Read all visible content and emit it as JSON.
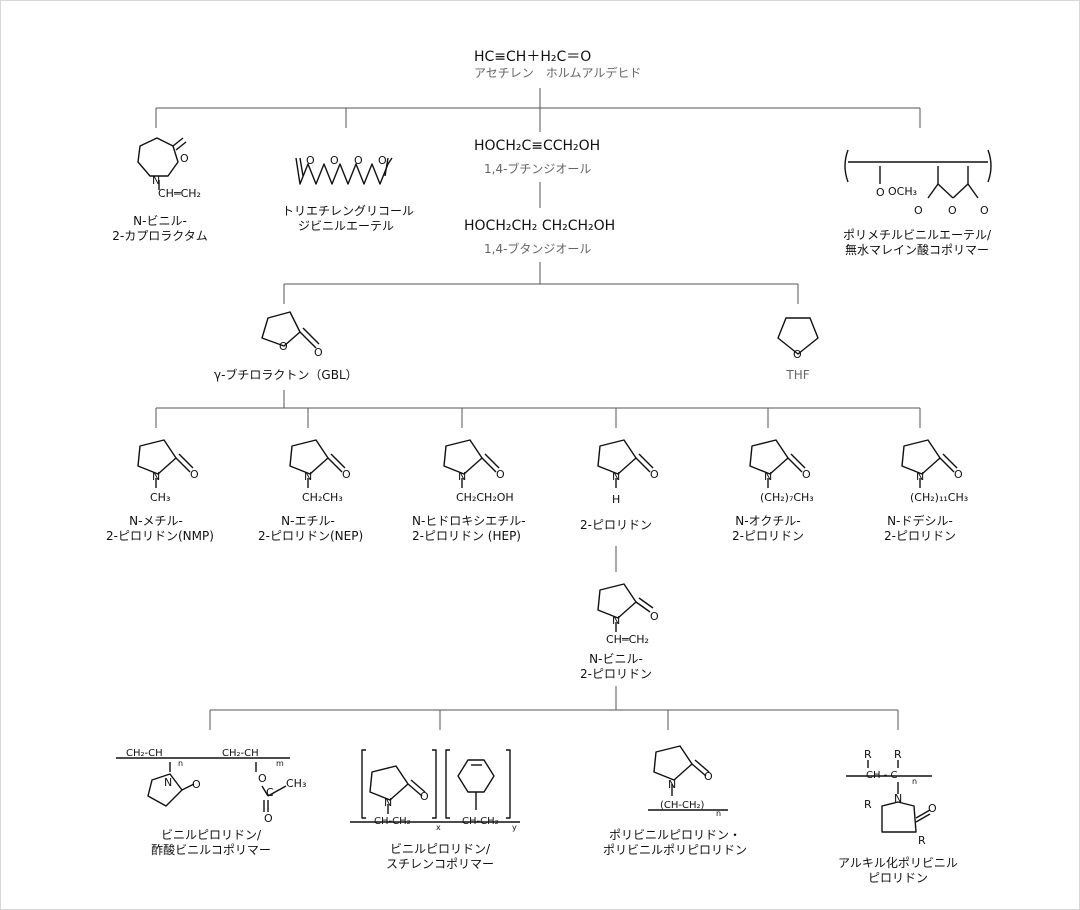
{
  "top": {
    "reactants": "HC≡CH＋H₂C＝O",
    "reactant_names": "アセチレン　ホルムアルデヒド"
  },
  "level1": {
    "nvinylcaprolactam": {
      "label_1": "N-ビニル-",
      "label_2": "2-カプロラクタム",
      "vinyl": "CH═CH₂"
    },
    "triethylene": {
      "label_1": "トリエチレングリコール",
      "label_2": "ジビニルエーテル"
    },
    "butynediol": {
      "formula": "HOCH₂C≡CCH₂OH",
      "name": "1,4-ブチンジオール"
    },
    "butanediol": {
      "formula": "HOCH₂CH₂ CH₂CH₂OH",
      "name": "1,4-ブタンジオール"
    },
    "pvm_ma": {
      "label_1": "ポリメチルビニルエーテル/",
      "label_2": "無水マレイン酸コポリマー",
      "methoxy": "OCH₃"
    }
  },
  "level2": {
    "gbl": {
      "label": "γ-ブチロラクトン（GBL）"
    },
    "thf": {
      "label": "THF"
    }
  },
  "level3": [
    {
      "id": "nmp",
      "substituent": "CH₃",
      "label_1": "N-メチル-",
      "label_2": "2-ピロリドン(NMP)"
    },
    {
      "id": "nep",
      "substituent": "CH₂CH₃",
      "label_1": "N-エチル-",
      "label_2": "2-ピロリドン(NEP)"
    },
    {
      "id": "hep",
      "substituent": "CH₂CH₂OH",
      "label_1": "N-ヒドロキシエチル-",
      "label_2": "2-ピロリドン (HEP)"
    },
    {
      "id": "pyrrolidone",
      "substituent": "H",
      "label_1": "2-ピロリドン",
      "label_2": ""
    },
    {
      "id": "octyl",
      "substituent": "(CH₂)₇CH₃",
      "label_1": "N-オクチル-",
      "label_2": "2-ピロリドン"
    },
    {
      "id": "dodecyl",
      "substituent": "(CH₂)₁₁CH₃",
      "label_1": "N-ドデシル-",
      "label_2": "2-ピロリドン"
    }
  ],
  "level4": {
    "nvp": {
      "substituent": "CH═CH₂",
      "label_1": "N-ビニル-",
      "label_2": "2-ピロリドン"
    }
  },
  "level5": [
    {
      "id": "pvp_va",
      "label_1": "ビニルピロリドン/",
      "label_2": "酢酸ビニルコポリマー",
      "formula_1": "CH₂-CH",
      "formula_2": "CH₂-CH",
      "acetate": "CH₃",
      "sub_n": "n",
      "sub_m": "m"
    },
    {
      "id": "pvp_styrene",
      "label_1": "ビニルピロリドン/",
      "label_2": "スチレンコポリマー",
      "formula_1": "CH-CH₂",
      "formula_2": "CH-CH₂",
      "sub_x": "x",
      "sub_y": "y"
    },
    {
      "id": "pvp",
      "label_1": "ポリビニルピロリドン・",
      "label_2": "ポリビニルポリピロリドン",
      "formula": "(CH-CH₂)",
      "sub_n": "n"
    },
    {
      "id": "alkyl_pvp",
      "label_1": "アルキル化ポリビニル",
      "label_2": "ピロリドン",
      "formula": "CH - C",
      "sub_n": "n",
      "r_label": "R"
    }
  ]
}
